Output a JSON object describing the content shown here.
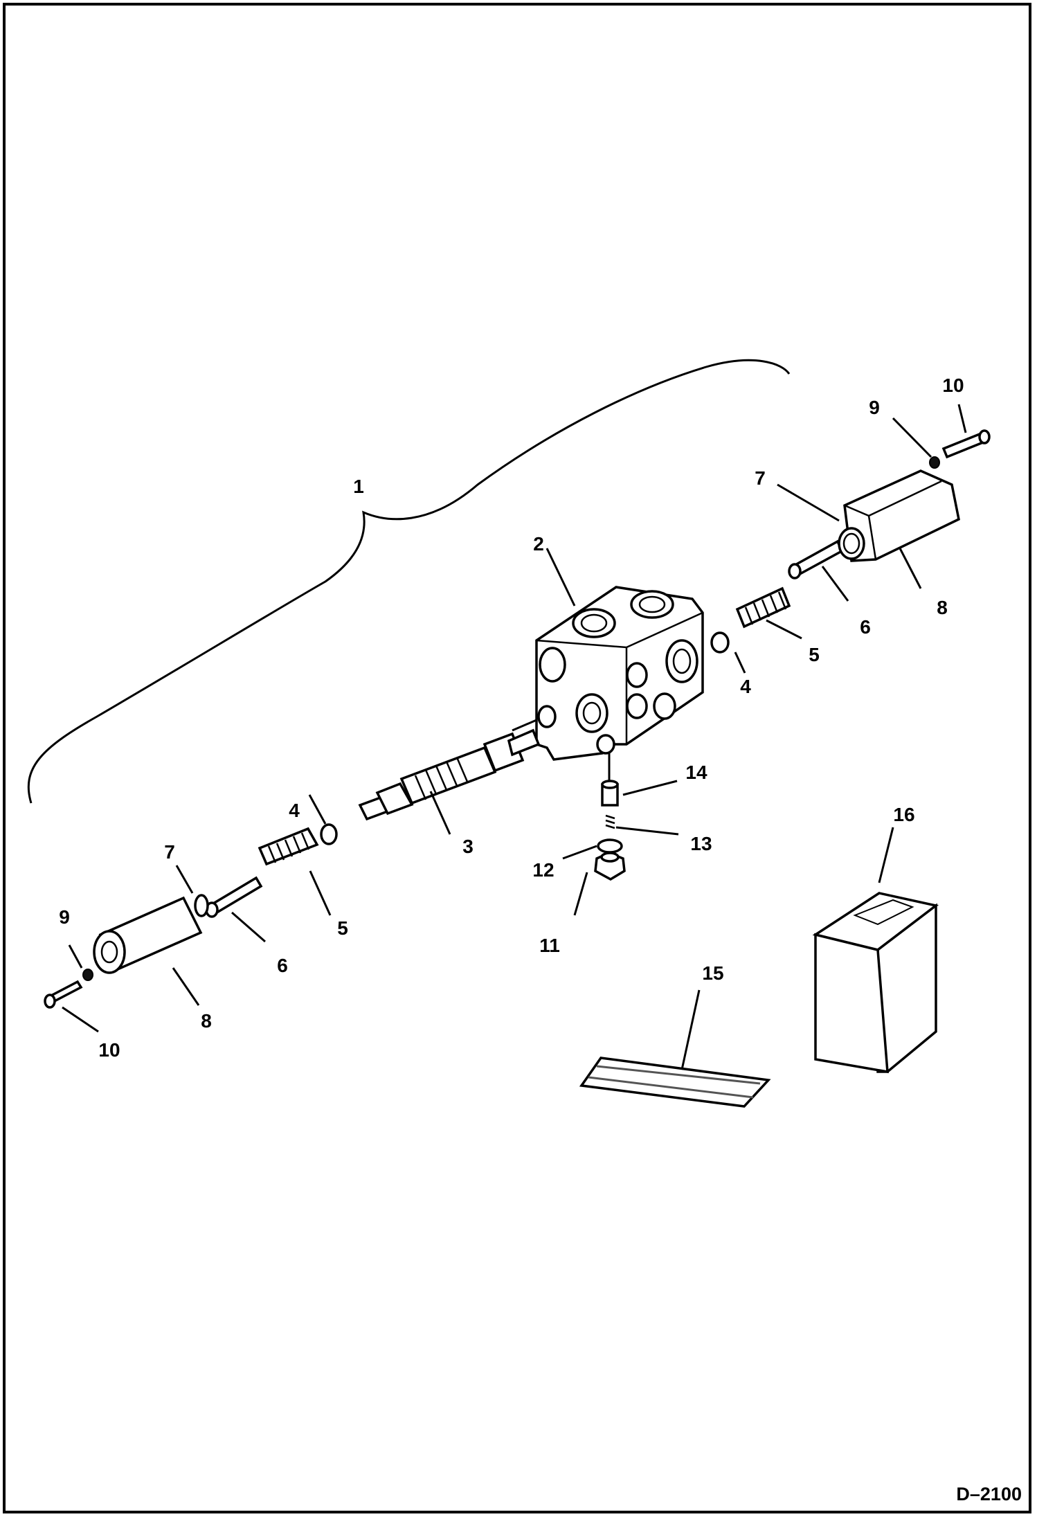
{
  "drawing_code": "D–2100",
  "callouts": {
    "assembly": "1",
    "valve_section": "2",
    "spool": "3",
    "seal_a": "4",
    "seal_b": "4",
    "spring_a": "5",
    "spring_b": "5",
    "spring_guide_a": "6",
    "spring_guide_b": "6",
    "oring_a": "7",
    "oring_b": "7",
    "cap_a": "8",
    "cap_b": "8",
    "washer_a": "9",
    "washer_b": "9",
    "bolt_a": "10",
    "bolt_b": "10",
    "plug": "11",
    "plug_oring": "12",
    "check_spring": "13",
    "check_poppet": "14",
    "instruction_sheet": "15",
    "kit_box": "16"
  },
  "colors": {
    "ink": "#000000",
    "paper": "#ffffff"
  }
}
